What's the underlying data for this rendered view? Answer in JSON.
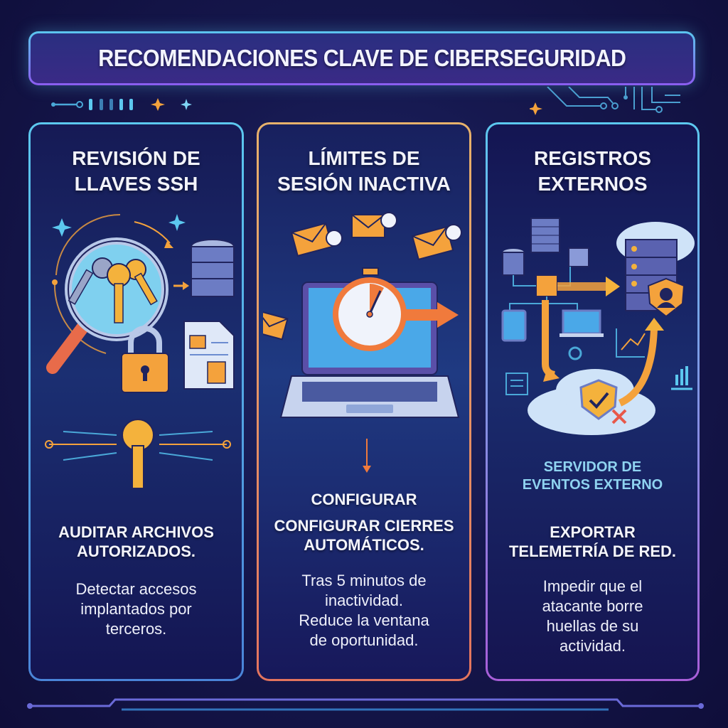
{
  "title": "RECOMENDACIONES CLAVE DE CIBERSEGURIDAD",
  "colors": {
    "background": "#16184f",
    "panel_1_border": "#5cc8ef",
    "panel_2_border": "#e8b26b",
    "panel_3_border": "#a85ed8",
    "accent_orange": "#f4a23c",
    "accent_cyan": "#5cc8ef"
  },
  "panels": [
    {
      "title_line1": "REVISIÓN DE",
      "title_line2": "LLAVES SSH",
      "illustration": [
        "magnifier-icon",
        "keys-icon",
        "database-icon",
        "document-lock-icon",
        "padlock-icon",
        "circuit-key-icon"
      ],
      "heading_line1": "AUDITAR ARCHIVOS",
      "heading_line2": "AUTORIZADOS.",
      "body_lines": [
        "Detectar accesos",
        "implantados por",
        "terceros."
      ]
    },
    {
      "title_line1": "LÍMITES DE",
      "title_line2": "SESIÓN INACTIVA",
      "illustration": [
        "envelope-clock-icon",
        "laptop-icon",
        "stopwatch-icon",
        "arrow-right-icon",
        "arrow-down-icon"
      ],
      "heading_line0": "CONFIGURAR",
      "heading_line1": "CONFIGURAR CIERRES",
      "heading_line2": "AUTOMÁTICOS.",
      "body_lines": [
        "Tras 5 minutos de",
        "inactividad.",
        "Reduce la ventana",
        "de oportunidad."
      ]
    },
    {
      "title_line1": "REGISTROS",
      "title_line2": "EXTERNOS",
      "illustration": [
        "server-rack-icon",
        "database-icon",
        "network-hub-icon",
        "tablet-icon",
        "laptop-icon",
        "cloud-server-icon",
        "hacker-shield-icon",
        "cloud-shield-check-icon",
        "chart-icon",
        "chip-icon",
        "gear-icon"
      ],
      "server_label_line1": "SERVIDOR DE",
      "server_label_line2": "EVENTOS EXTERNO",
      "heading_line1": "EXPORTAR",
      "heading_line2": "TELEMETRÍA DE RED.",
      "body_lines": [
        "Impedir que el",
        "atacante borre",
        "huellas de su",
        "actividad."
      ]
    }
  ]
}
